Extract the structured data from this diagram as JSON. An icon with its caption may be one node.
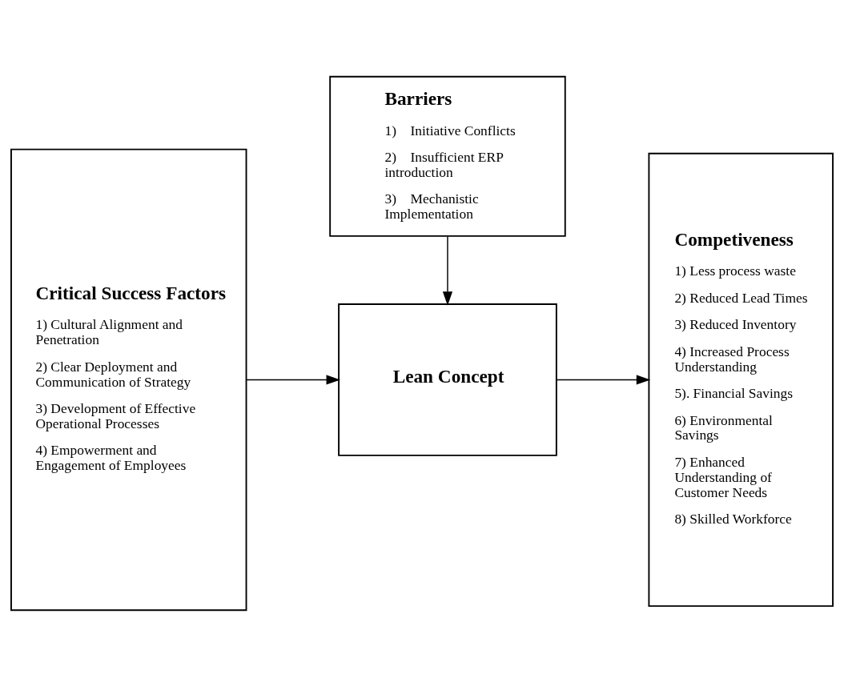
{
  "diagram": {
    "nodes": [
      {
        "text": [
          "Critical Success Factors",
          "1) Cultural Alignment and Penetration",
          "2) Clear Deployment and Communication of Strategy",
          "3) Development of Effective Operational Processes",
          "4) Empowerment and Engagement of Employees"
        ]
      },
      {
        "text": [
          "Lean Concept"
        ]
      },
      {
        "text": [
          "Competiveness",
          "1) Less process waste",
          "2) Reduced Lead Times",
          "3) Reduced Inventory",
          "4) Increased Process Understanding",
          "5). Financial Savings",
          "6) Environmental Savings",
          "7) Enhanced Understanding of Customer Needs",
          "8) Skilled Workforce"
        ]
      },
      {
        "text": [
          "Barriers",
          "1)    Initiative Conflicts",
          "2)    Insufficient ERP introduction",
          "3)    Mechanistic Implementation"
        ]
      }
    ],
    "edges": [
      {
        "from": 0,
        "to": 1,
        "arrow": "to"
      },
      {
        "from": 1,
        "to": 2,
        "arrow": "to"
      },
      {
        "from": 3,
        "to": 1,
        "arrow": "to"
      }
    ]
  }
}
